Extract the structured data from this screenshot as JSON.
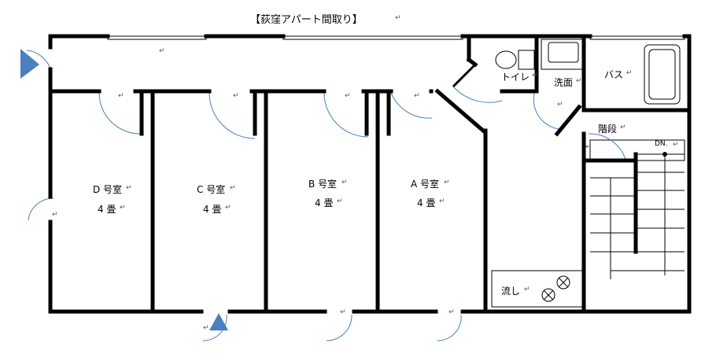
{
  "title": "【荻窪アパート間取り】",
  "rooms": [
    {
      "name": "D 号室",
      "size": "4 畳"
    },
    {
      "name": "C 号室",
      "size": "4 畳"
    },
    {
      "name": "B 号室",
      "size": "4 畳"
    },
    {
      "name": "A 号室",
      "size": "4 畳"
    }
  ],
  "facilities": {
    "toilet": "トイレ",
    "washroom": "洗面",
    "bath": "バス",
    "stairs": "階段",
    "stairs_dir": "DN.",
    "sink": "流し"
  },
  "return_mark": "↵"
}
